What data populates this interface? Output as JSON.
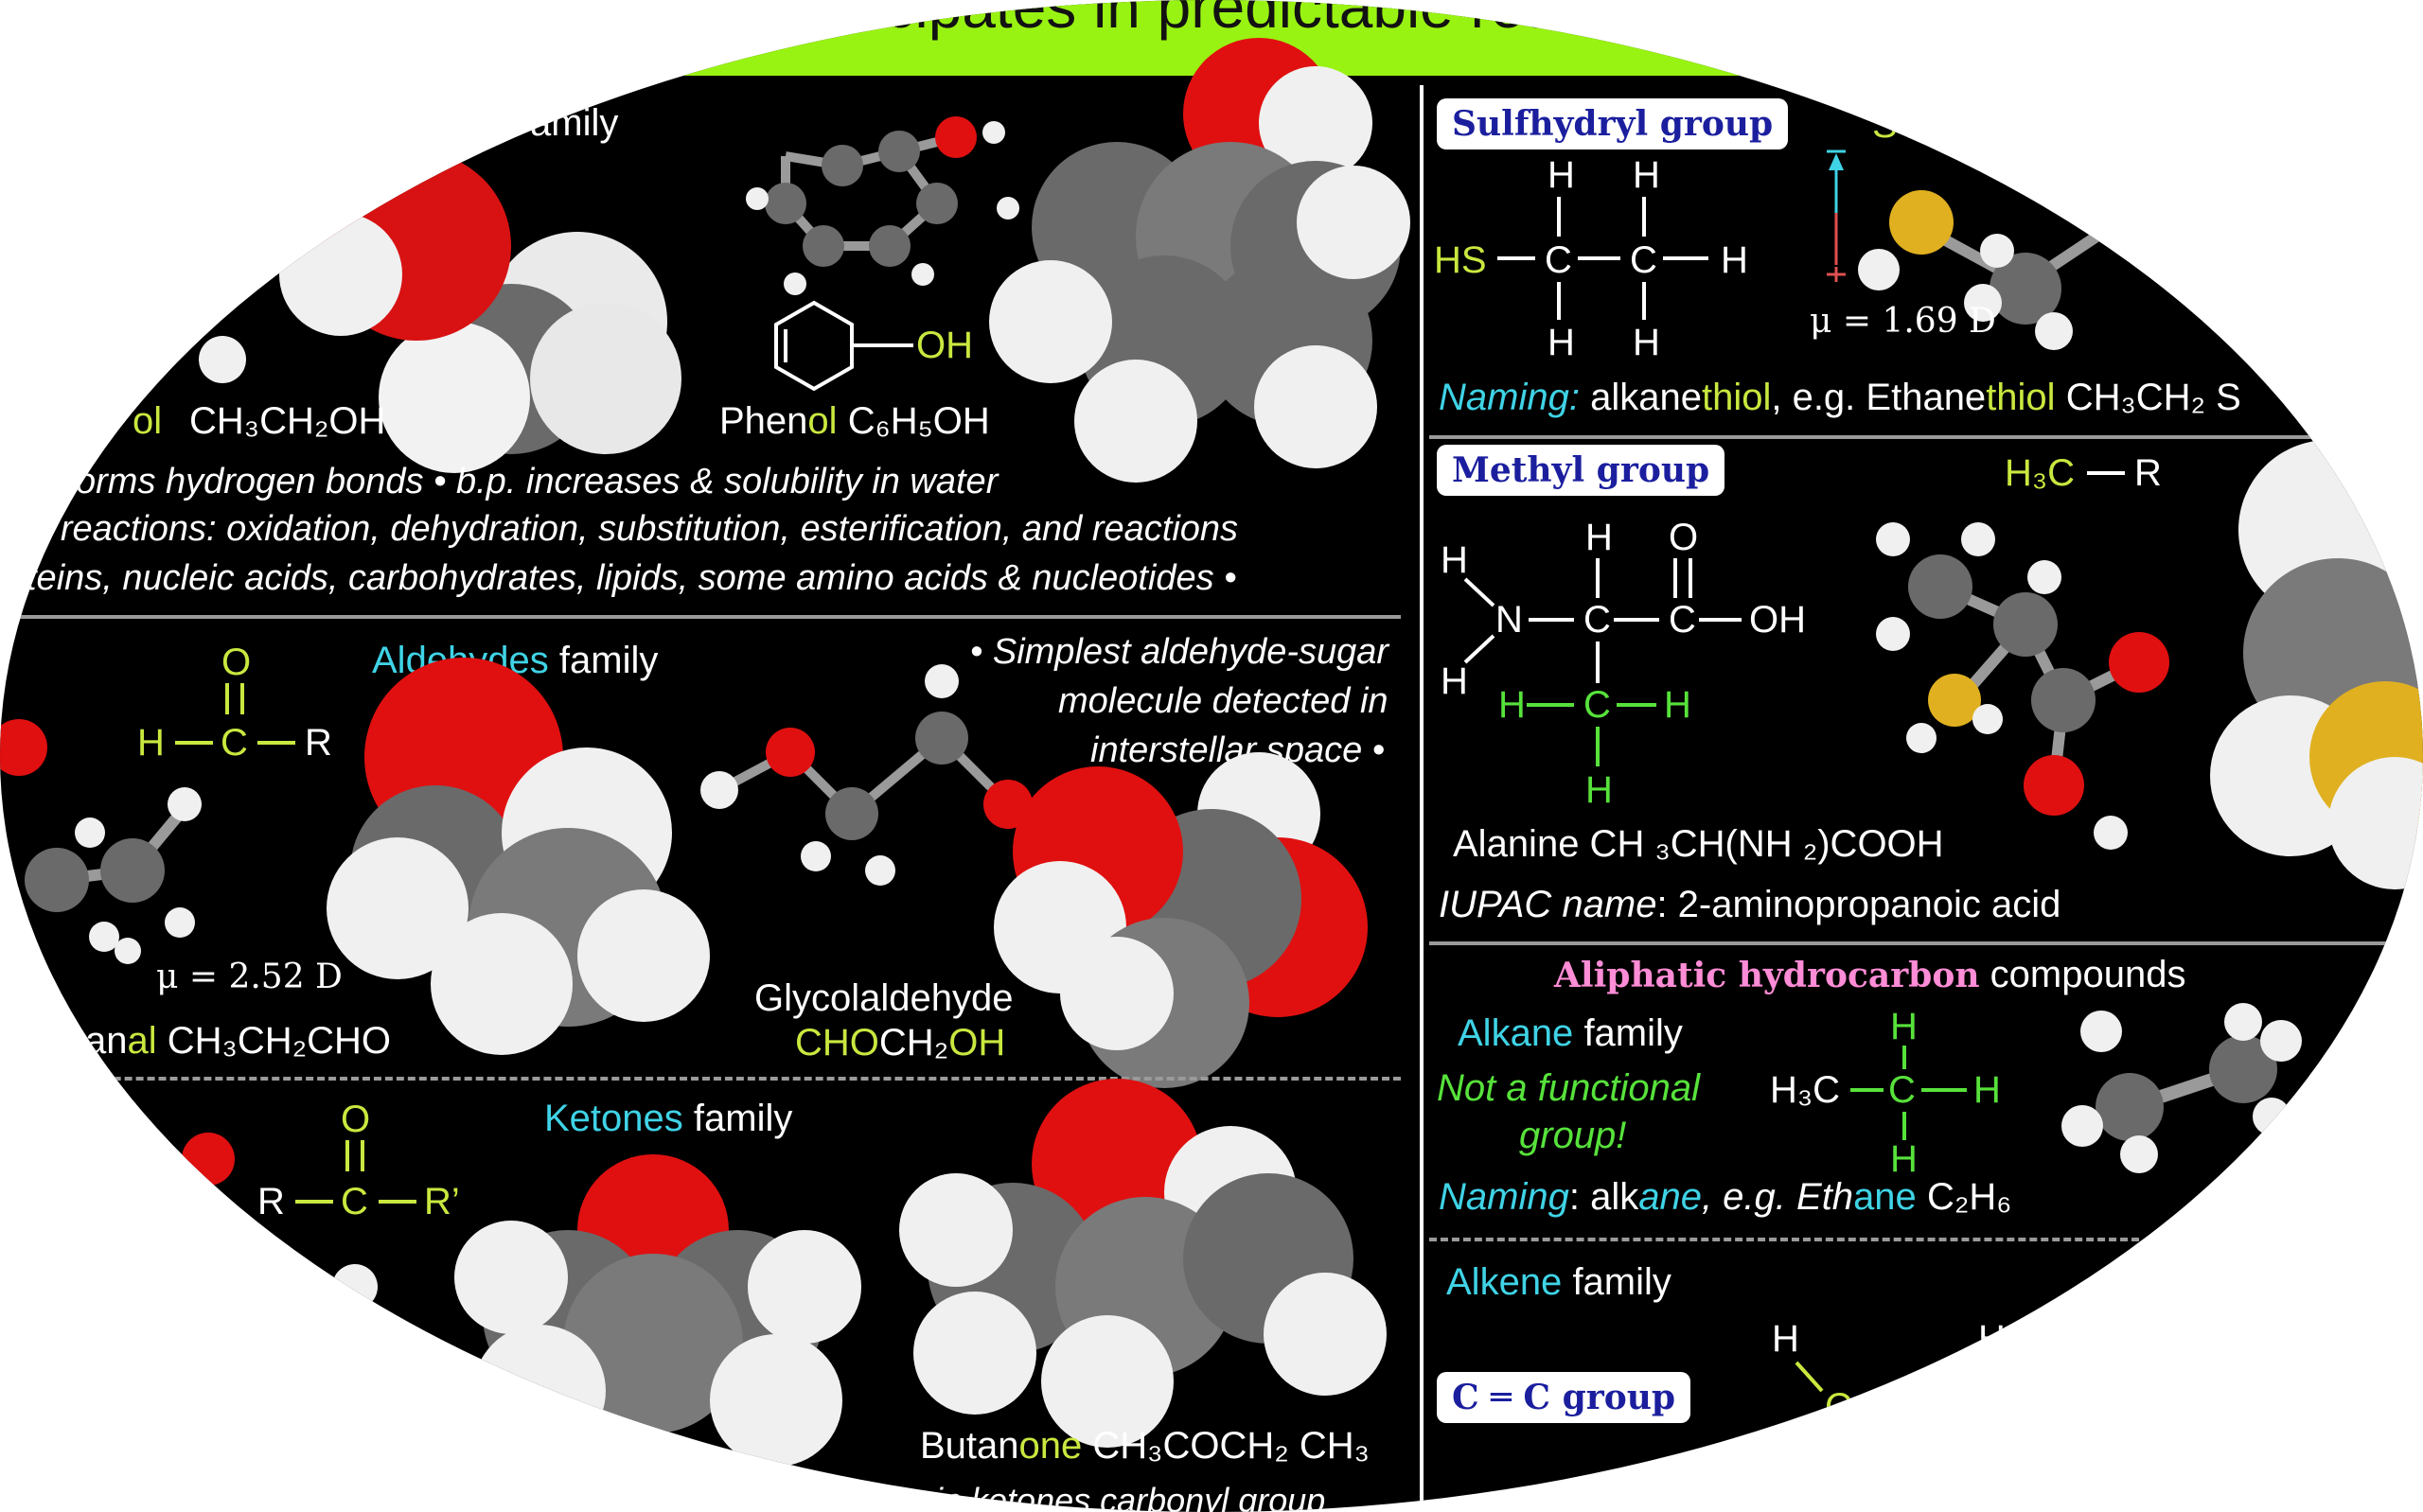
{
  "banner": {
    "text": "participates in predictable rea"
  },
  "left": {
    "alcohols": {
      "family_fragment": "amily",
      "ethanol_suffix": "ol",
      "ethanol_formula": "CH₃CH₂OH",
      "phenol_oh": "OH",
      "phenol_name_a": "Phen",
      "phenol_name_b": "ol",
      "phenol_formula": "C₆H₅OH",
      "note1": "orms hydrogen bonds • b.p. increases & solubility in water",
      "note2": "• reactions: oxidation, dehydration, substitution, esterification, and reactions",
      "note3": "teins, nucleic acids, carbohydrates, lipids, some amino acids & nucleotides •"
    },
    "aldehydes": {
      "title_a": "Aldehydes",
      "title_b": "family",
      "struct_o": "O",
      "struct_h": "H",
      "struct_c": "C",
      "struct_r": "R",
      "dipole": "μ = 2.52 D",
      "propanal_a": "an",
      "propanal_b": "al",
      "propanal_formula": "CH₃CH₂CHO",
      "note1": "• Simplest aldehyde-sugar",
      "note2": "molecule detected in",
      "note3": "interstellar space •",
      "glyco_name": "Glycolaldehyde",
      "glyco_f1": "CHO",
      "glyco_f2": "CH₂",
      "glyco_f3": "OH"
    },
    "ketones": {
      "title_a": "Ketones",
      "title_b": "family",
      "struct_o": "O",
      "struct_r": "R",
      "struct_c": "C",
      "struct_r2": "R’",
      "butanone_a": "Butan",
      "butanone_b": "one",
      "butanone_formula": "CH₃COCH₂ CH₃",
      "cut_note": "s in ketones carbonyl group"
    }
  },
  "right": {
    "sulfhydryl": {
      "label": "Sulfhydryl group",
      "hs": "HS",
      "c": "C",
      "h": "H",
      "dipole": "μ = 1.69 D",
      "s_frag": "S",
      "naming_label": "Naming:",
      "naming_a": "alkane",
      "naming_b": "thiol",
      "naming_c": ", e.g. Ethane",
      "naming_d": "thiol",
      "naming_e": "CH₃CH₂ S"
    },
    "methyl": {
      "label": "Methyl group",
      "h3c": "H₃C",
      "r": "R",
      "n": "N",
      "o": "O",
      "oh": "OH",
      "alanine": "Alanine CH ₃CH(NH ₂)COOH",
      "iupac_label": "IUPAC name",
      "iupac_value": ": 2-aminopropanoic acid"
    },
    "aliphatic": {
      "label_a": "Aliphatic hydrocarbon",
      "label_b": "compounds",
      "alkane_a": "Alkane",
      "alkane_b": "family",
      "not_fg1": "Not a functional",
      "not_fg2": "group!",
      "naming_label": "Naming",
      "naming_a": ": alk",
      "naming_b": "ane",
      "naming_c": ", e.g. Eth",
      "naming_d": "ane",
      "naming_e": "C₂H₆",
      "alkene_a": "Alkene",
      "alkene_b": "family",
      "cc_label": "C ═ C group"
    }
  },
  "colors": {
    "background": "#000000",
    "banner": "#99f312",
    "cyan": "#3fd3e6",
    "yellow_green": "#c9e83f",
    "green": "#57e23b",
    "pink": "#ff8cd6",
    "pill_text": "#1b1f9e",
    "oxygen": "#e01010",
    "carbon": "#5a5a5a",
    "hydrogen": "#f2f2f2",
    "sulfur": "#e0b020"
  }
}
